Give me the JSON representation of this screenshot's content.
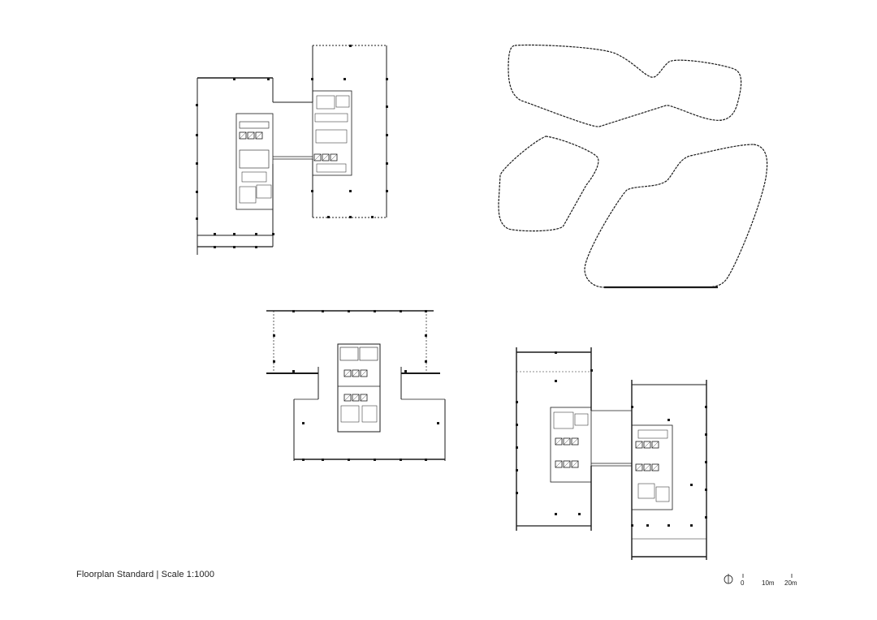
{
  "caption": "Floorplan Standard | Scale 1:1000",
  "scale_bar": {
    "labels": [
      "0",
      "10m",
      "20m"
    ]
  },
  "north_arrow": {
    "icon": "north-arrow-icon"
  },
  "colors": {
    "line": "#1a1a1a",
    "background": "#ffffff"
  }
}
